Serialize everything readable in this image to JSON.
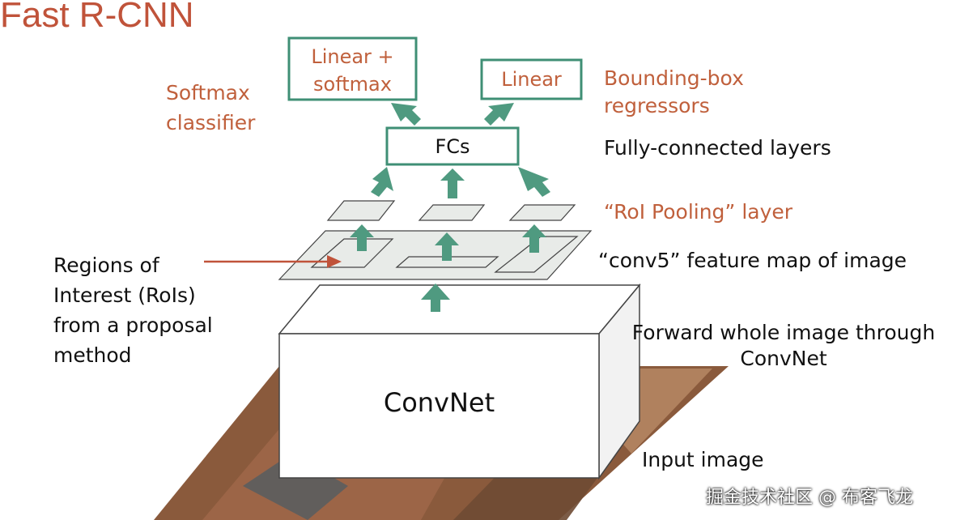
{
  "title": "Fast R-CNN",
  "boxes": {
    "linear_softmax": "Linear +\nsoftmax",
    "linear": "Linear",
    "fcs": "FCs",
    "convnet": "ConvNet"
  },
  "labels": {
    "softmax_classifier": "Softmax\nclassifier",
    "bbox_regressors": "Bounding-box\nregressors",
    "fully_connected": "Fully-connected layers",
    "roi_pooling": "“RoI Pooling” layer",
    "conv5": "“conv5” feature map of image",
    "regions": "Regions of\nInterest (RoIs)\nfrom a proposal\nmethod",
    "forward": "Forward whole image through\nConvNet",
    "input_image": "Input image"
  },
  "watermark": "掘金技术社区 @ 布客飞龙",
  "colors": {
    "teal": "#3f8f75",
    "orange_text": "#c0603c",
    "arrow_fill": "#4f9a80",
    "panel_fill": "#e8ebe8"
  }
}
